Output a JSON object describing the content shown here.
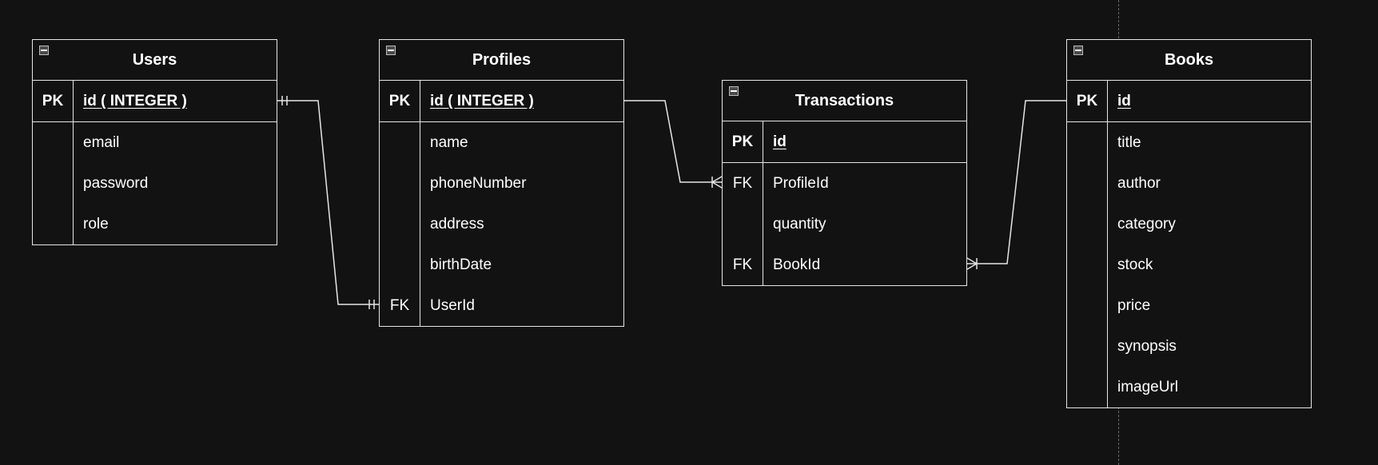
{
  "diagram": {
    "entities": {
      "users": {
        "title": "Users",
        "pk": {
          "key": "PK",
          "name": "id ( INTEGER )"
        },
        "fields": [
          {
            "key": "",
            "name": "email"
          },
          {
            "key": "",
            "name": "password"
          },
          {
            "key": "",
            "name": "role"
          }
        ]
      },
      "profiles": {
        "title": "Profiles",
        "pk": {
          "key": "PK",
          "name": "id ( INTEGER )"
        },
        "fields": [
          {
            "key": "",
            "name": "name"
          },
          {
            "key": "",
            "name": "phoneNumber"
          },
          {
            "key": "",
            "name": "address"
          },
          {
            "key": "",
            "name": "birthDate"
          },
          {
            "key": "FK",
            "name": "UserId"
          }
        ]
      },
      "transactions": {
        "title": "Transactions",
        "pk": {
          "key": "PK",
          "name": "id"
        },
        "fields": [
          {
            "key": "FK",
            "name": "ProfileId"
          },
          {
            "key": "",
            "name": "quantity"
          },
          {
            "key": "FK",
            "name": "BookId"
          }
        ]
      },
      "books": {
        "title": "Books",
        "pk": {
          "key": "PK",
          "name": "id"
        },
        "fields": [
          {
            "key": "",
            "name": "title"
          },
          {
            "key": "",
            "name": "author"
          },
          {
            "key": "",
            "name": "category"
          },
          {
            "key": "",
            "name": "stock"
          },
          {
            "key": "",
            "name": "price"
          },
          {
            "key": "",
            "name": "synopsis"
          },
          {
            "key": "",
            "name": "imageUrl"
          }
        ]
      }
    },
    "relationships": [
      {
        "from": "Users.id",
        "to": "Profiles.UserId",
        "from_end": "one-and-only-one",
        "to_end": "one-and-only-one"
      },
      {
        "from": "Profiles.id",
        "to": "Transactions.ProfileId",
        "from_end": "none",
        "to_end": "one-or-many"
      },
      {
        "from": "Books.id",
        "to": "Transactions.BookId",
        "from_end": "none",
        "to_end": "one-or-many"
      }
    ],
    "colors": {
      "background": "#121212",
      "stroke": "#e6e6e6",
      "text": "#ffffff",
      "guide": "#6a6a6a"
    }
  }
}
